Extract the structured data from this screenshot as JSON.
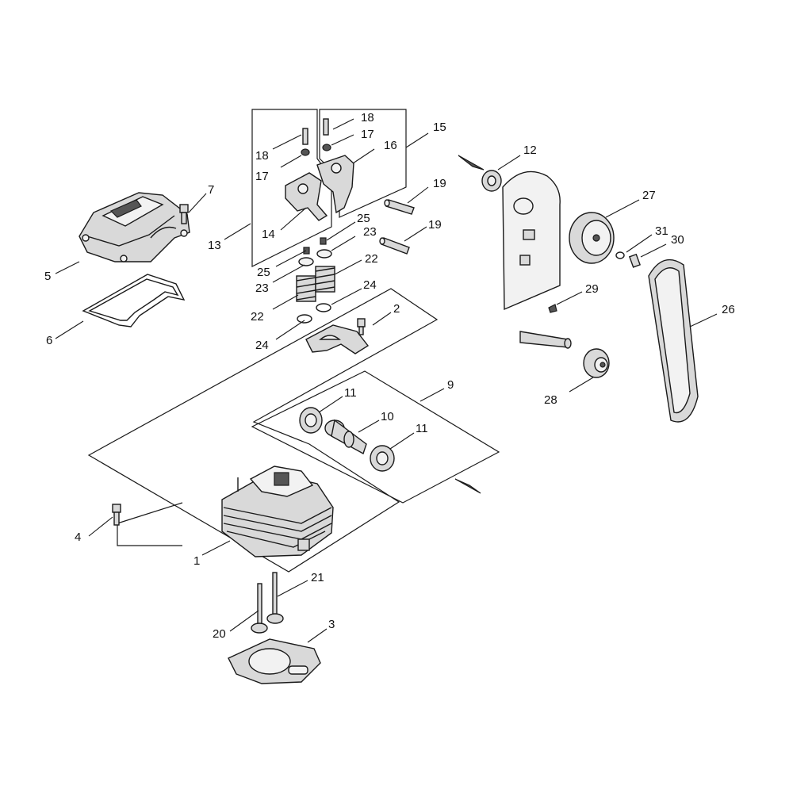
{
  "callouts": {
    "c1": "1",
    "c2": "2",
    "c3": "3",
    "c4": "4",
    "c5": "5",
    "c6": "6",
    "c7": "7",
    "c9": "9",
    "c10": "10",
    "c11a": "11",
    "c11b": "11",
    "c12": "12",
    "c13": "13",
    "c14": "14",
    "c15": "15",
    "c16": "16",
    "c17a": "17",
    "c17b": "17",
    "c18a": "18",
    "c18b": "18",
    "c19a": "19",
    "c19b": "19",
    "c20": "20",
    "c21": "21",
    "c22a": "22",
    "c22b": "22",
    "c23a": "23",
    "c23b": "23",
    "c24a": "24",
    "c24b": "24",
    "c25a": "25",
    "c25b": "25",
    "c26": "26",
    "c27": "27",
    "c28": "28",
    "c29": "29",
    "c30": "30",
    "c31": "31"
  },
  "parts": {
    "1": "cylinder-head",
    "2": "rocker-bearing-cap",
    "3": "head-gasket",
    "4": "head-bolt",
    "5": "valve-cover",
    "6": "cover-gasket",
    "7": "cover-screw",
    "9": "camshaft-assembly",
    "10": "camshaft",
    "11": "camshaft-bearing",
    "12": "oil-seal",
    "13": "rocker-assembly",
    "14": "rocker-arm",
    "15": "rocker-assembly",
    "16": "rocker-arm",
    "17": "nut",
    "18": "adjusting-screw",
    "19": "rocker-shaft",
    "20": "intake-valve",
    "21": "exhaust-valve",
    "22": "valve-spring",
    "23": "spring-retainer",
    "24": "spring-seat",
    "25": "valve-cotter",
    "26": "timing-belt",
    "27": "cam-pulley",
    "28": "crank-pulley",
    "29": "woodruff-key",
    "30": "pulley-bolt",
    "31": "washer"
  },
  "colors": {
    "line": "#1a1a1a",
    "part_fill": "#d9d9d9",
    "dark": "#555555"
  }
}
